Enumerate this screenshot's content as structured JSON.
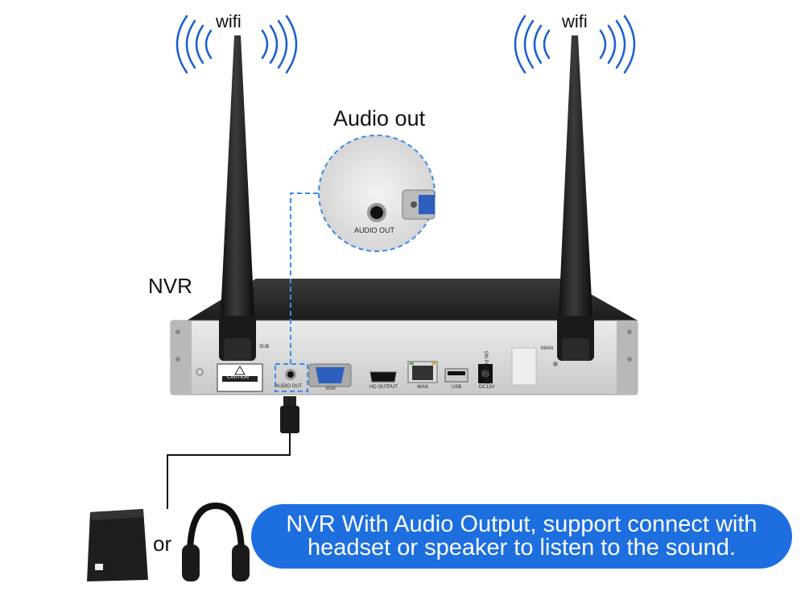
{
  "labels": {
    "wifi_left": "wifi",
    "wifi_right": "wifi",
    "audio_out_title": "Audio out",
    "nvr": "NVR",
    "or": "or"
  },
  "zoom_port_label": "AUDIO OUT",
  "back_panel": {
    "caution": "CAUTION",
    "audio_out": "AUDIO OUT",
    "vga": "VGA",
    "hd_output": "HD OUTPUT",
    "wan": "WAN",
    "usb": "USB",
    "dc12v": "DC12V",
    "sub": "SUB",
    "main": "MAIN",
    "power": "ON Power OFF"
  },
  "banner": {
    "line1": "NVR With Audio Output, support connect with",
    "line2": "headset or speaker to listen to the sound."
  },
  "colors": {
    "banner_blue": "#1d6fe0",
    "wifi_wave_blue": "#1a5fd0",
    "dashed_blue": "#3a8ee6",
    "nvr_body": "#2a2a2a",
    "panel_silver": "#d9d9d9"
  }
}
